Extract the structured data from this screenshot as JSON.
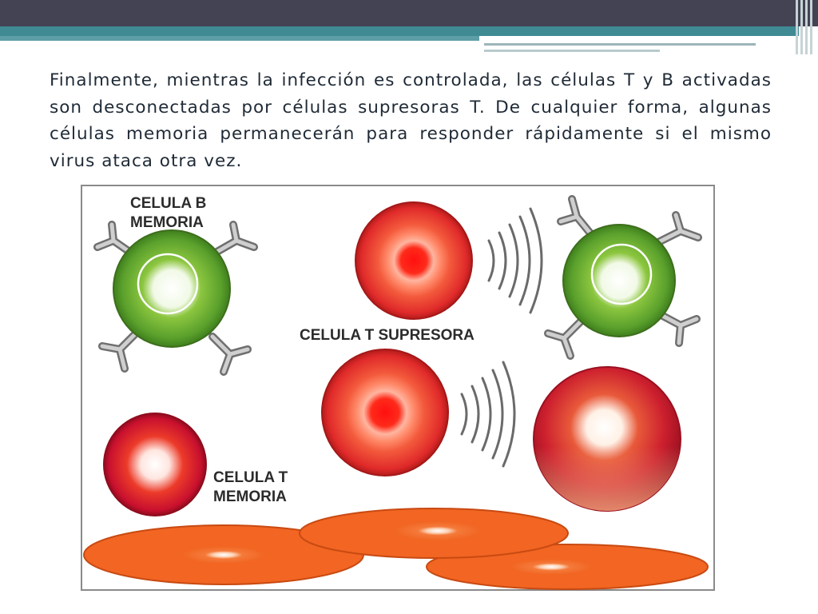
{
  "slide": {
    "paragraph": "Finalmente, mientras la infección es controlada, las células T y B activadas son desconectadas por células supresoras T. De cualquier forma, algunas células memoria permanecerán para responder rápidamente si el mismo virus ataca otra vez."
  },
  "figure": {
    "labels": {
      "b_memory_line1": "CELULA B",
      "b_memory_line2": "MEMORIA",
      "t_suppressor": "CELULA T SUPRESORA",
      "t_memory_line1": "CELULA T",
      "t_memory_line2": "MEMORIA"
    }
  },
  "colors": {
    "header_bar": "#434354",
    "accent_teal": "#3f8a93",
    "cell_green": "#5aa02c",
    "cell_red": "#d8232a",
    "cell_orange": "#f26522"
  }
}
